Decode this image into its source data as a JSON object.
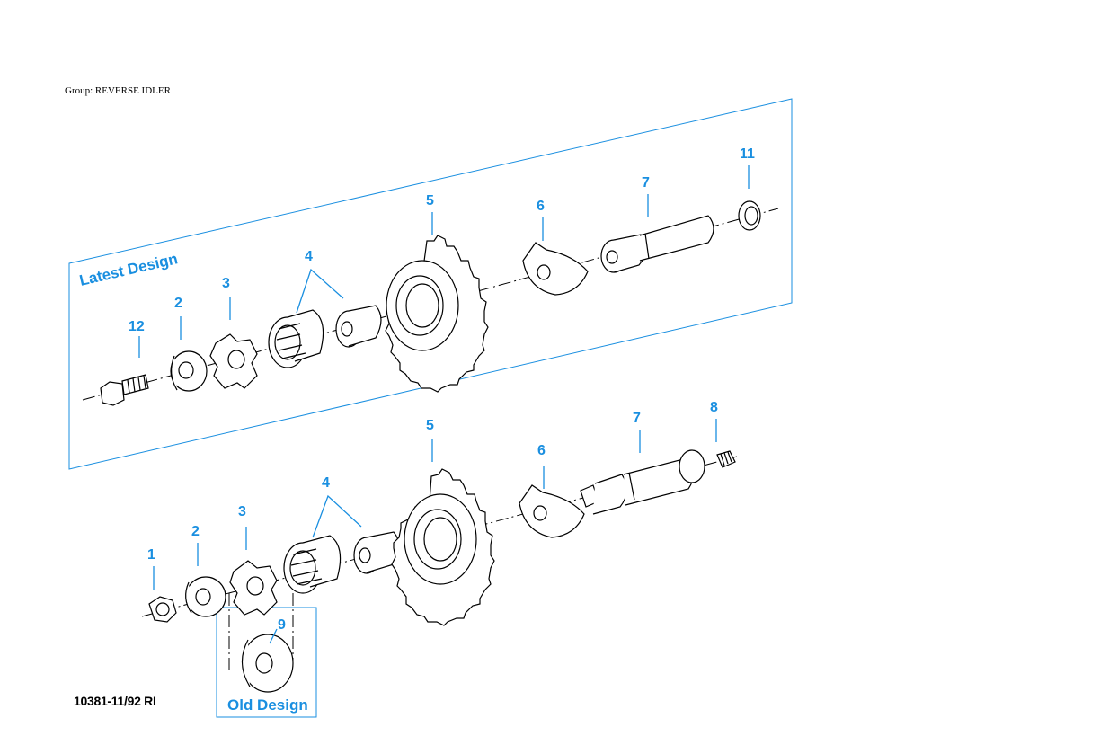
{
  "header": {
    "group": "Group: REVERSE IDLER"
  },
  "footer": {
    "doc_id": "10381-11/92 RI"
  },
  "sections": {
    "latest": "Latest Design",
    "old": "Old Design"
  },
  "callouts": {
    "latest": [
      "12",
      "2",
      "3",
      "4",
      "5",
      "6",
      "7",
      "11"
    ],
    "old": [
      "1",
      "2",
      "3",
      "4",
      "5",
      "6",
      "7",
      "8",
      "9"
    ]
  },
  "colors": {
    "accent": "#1a8fe0",
    "line": "#000000"
  }
}
